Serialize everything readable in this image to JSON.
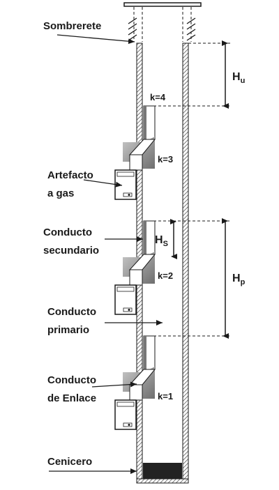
{
  "labels": {
    "sombrerete": "Sombrerete",
    "artefacto_1": "Artefacto",
    "artefacto_2": "a gas",
    "secundario_1": "Conducto",
    "secundario_2": "secundario",
    "primario_1": "Conducto",
    "primario_2": "primario",
    "enlace_1": "Conducto",
    "enlace_2": "de Enlace",
    "cenicero": "Cenicero"
  },
  "levels": {
    "k4": "k=4",
    "k3": "k=3",
    "k2": "k=2",
    "k1": "k=1"
  },
  "dimensions": {
    "hu_main": "H",
    "hu_sub": "u",
    "hs_main": "H",
    "hs_sub": "S",
    "hp_main": "H",
    "hp_sub": "p"
  },
  "colors": {
    "line": "#1a1a1a",
    "hatch": "#555555",
    "shade": "#9a9a9a",
    "ash": "#222222"
  }
}
